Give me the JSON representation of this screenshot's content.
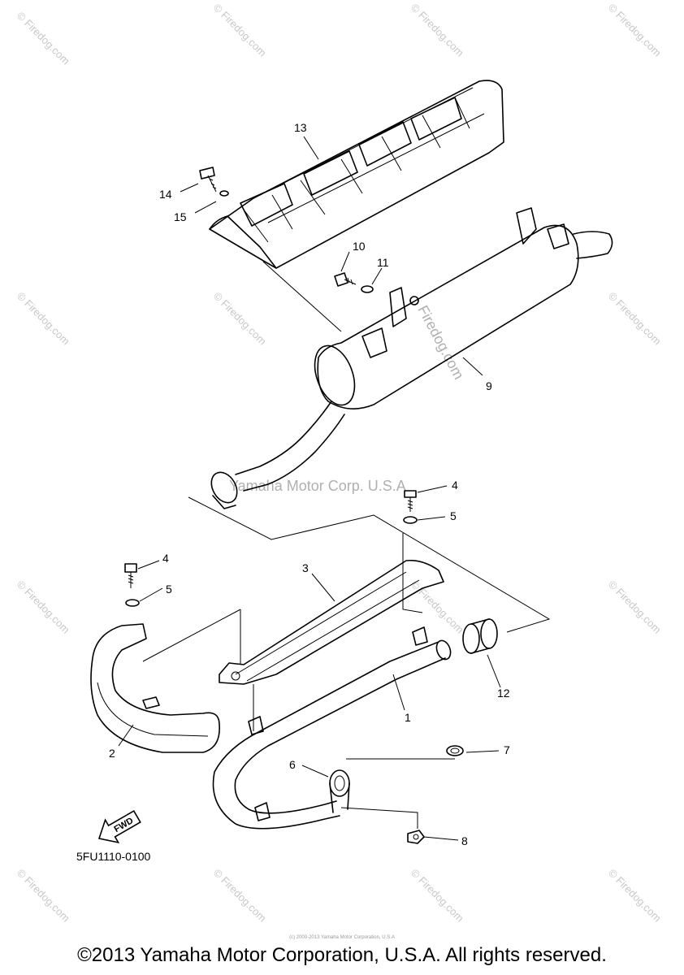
{
  "diagram": {
    "watermark_repeat": "© Firedog.com",
    "watermark_center": "Yamaha Motor Corp. U.S.A",
    "watermark_side": "Firedog.com",
    "callouts": [
      "1",
      "2",
      "3",
      "4",
      "4",
      "5",
      "5",
      "6",
      "7",
      "8",
      "9",
      "10",
      "11",
      "12",
      "13",
      "14",
      "15"
    ],
    "fwd_label": "FWD",
    "part_code": "5FU1110-0100"
  },
  "footer": {
    "small_print": "(c) 2000-2013 Yamaha Motor Corporation, U.S.A",
    "copyright": "©2013 Yamaha Motor Corporation, U.S.A. All rights reserved."
  }
}
